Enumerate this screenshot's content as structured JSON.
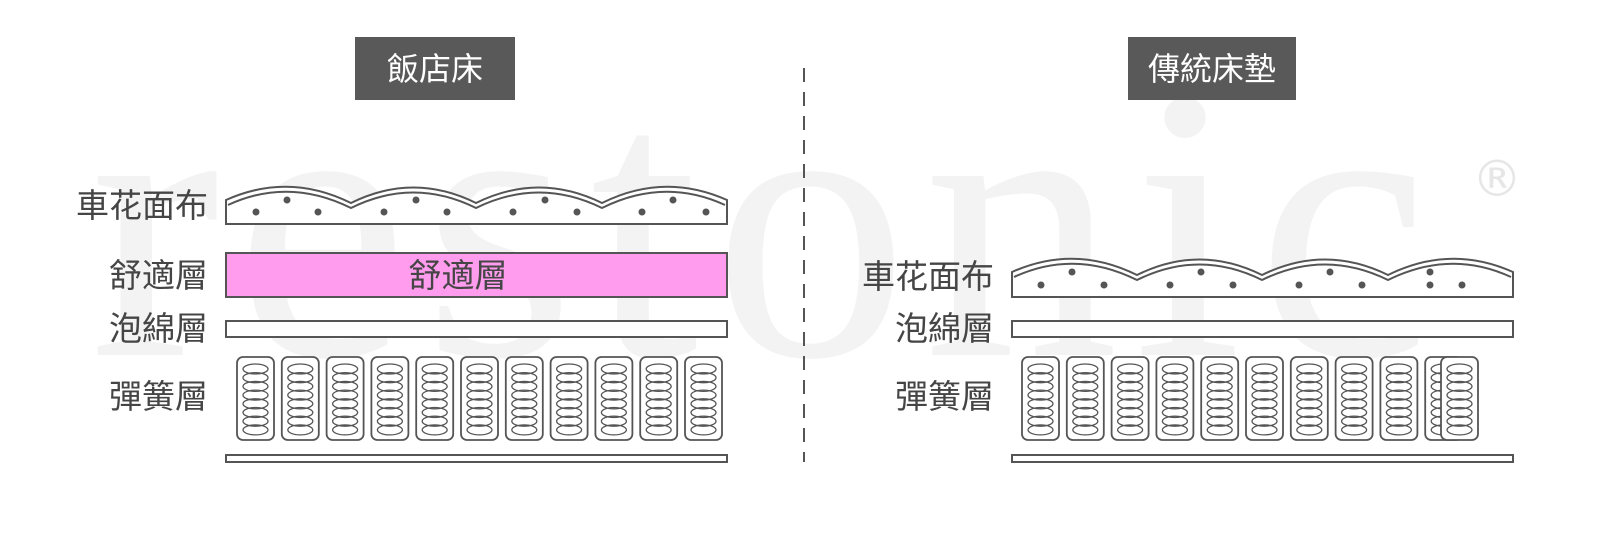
{
  "watermark": {
    "text": "restonic",
    "mark": "®"
  },
  "colors": {
    "title_bg": "#595959",
    "comfort_layer": "#ff9cee",
    "outline": "#555555",
    "watermark": "#f3f3f3"
  },
  "left": {
    "title": "飯店床",
    "labels": {
      "cover": "車花面布",
      "comfort": "舒適層",
      "foam": "泡綿層",
      "spring": "彈簧層"
    },
    "comfort_layer_text": "舒適層"
  },
  "right": {
    "title": "傳統床墊",
    "labels": {
      "cover": "車花面布",
      "foam": "泡綿層",
      "spring": "彈簧層"
    }
  }
}
